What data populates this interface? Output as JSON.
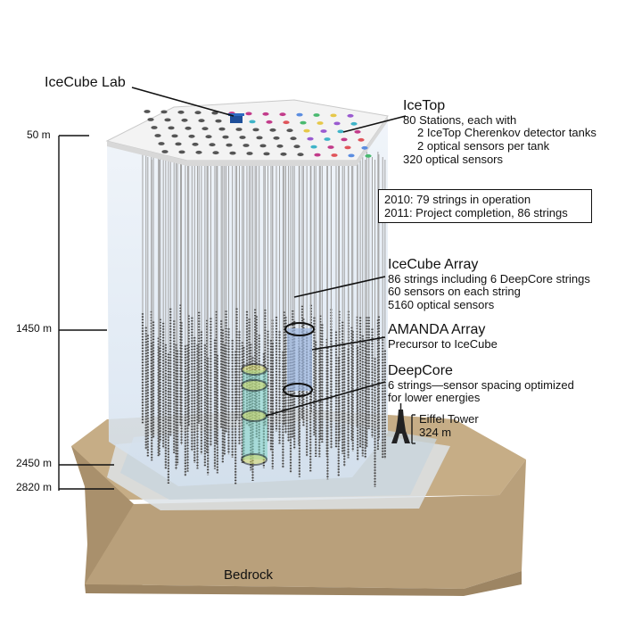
{
  "icecube_lab": {
    "title": "IceCube Lab"
  },
  "icetop": {
    "title": "IceTop",
    "lines": [
      "80 Stations, each with",
      "2 IceTop Cherenkov detector tanks",
      "2 optical sensors per tank",
      "320 optical sensors"
    ]
  },
  "status_box": {
    "lines": [
      "2010: 79 strings in operation",
      "2011: Project completion, 86 strings"
    ]
  },
  "icecube_array": {
    "title": "IceCube Array",
    "lines": [
      "86 strings including 6 DeepCore strings",
      "60 sensors on each string",
      "5160 optical sensors"
    ]
  },
  "amanda": {
    "title": "AMANDA Array",
    "subtitle": "Precursor to IceCube"
  },
  "deepcore": {
    "title": "DeepCore",
    "lines": [
      "6 strings—sensor spacing optimized",
      "for lower energies"
    ]
  },
  "eiffel": {
    "title": "Eiffel Tower",
    "height": "324 m"
  },
  "bedrock": {
    "label": "Bedrock"
  },
  "depths": [
    "50 m",
    "1450 m",
    "2450 m",
    "2820 m"
  ],
  "colors": {
    "ice_volume": "#dbe6f2",
    "surface": "#f2f2f2",
    "ground": "#c2a983",
    "bedrock": "#b59c78",
    "amanda": "#9db7e0",
    "deepcore": "#7fd6c6",
    "ring": "#d7d95a"
  }
}
